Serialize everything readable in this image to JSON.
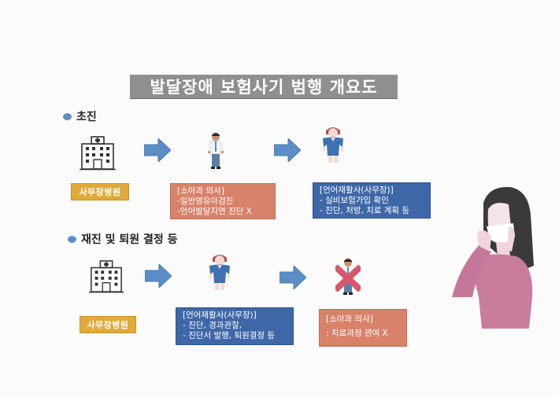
{
  "title": "발달장애 보험사기 범행 개요도",
  "colors": {
    "title_bg": "#8f8f8f",
    "bullet": "#5b8ec6",
    "arrow": "#5b8ec6",
    "tag_bg": "#e0a93a",
    "salmon_box": "#d9826a",
    "blue_box": "#3e67a8",
    "woman_top": "#c97d9d"
  },
  "sections": [
    {
      "heading": "초진",
      "hospital_label": "사무장병원",
      "steps": [
        {
          "actor_icon": "male-doctor-icon",
          "box_color": "salmon",
          "lines": [
            "[소아과 의사]",
            " -일반영유아검진",
            " -언어발달지연 진단  X"
          ]
        },
        {
          "actor_icon": "female-therapist-icon",
          "box_color": "blue",
          "lines": [
            "[언어재활사(사무장)]",
            "- 실비보험가입 확인",
            "- 진단, 처방, 치료 계획 등"
          ]
        }
      ]
    },
    {
      "heading": "재진 및 퇴원 결정 등",
      "hospital_label": "사무장병원",
      "steps": [
        {
          "actor_icon": "female-therapist-icon",
          "box_color": "blue",
          "lines": [
            "[언어재활사(사무장)]",
            "- 진단, 경과관찰,",
            "- 진단서 발행, 퇴원결정 등"
          ]
        },
        {
          "actor_icon": "male-doctor-crossed-icon",
          "box_color": "salmon",
          "lines": [
            "[소아과 의사]",
            ": 치료과정 관여 X"
          ]
        }
      ]
    }
  ],
  "side_illustration": "masked-woman-icon"
}
